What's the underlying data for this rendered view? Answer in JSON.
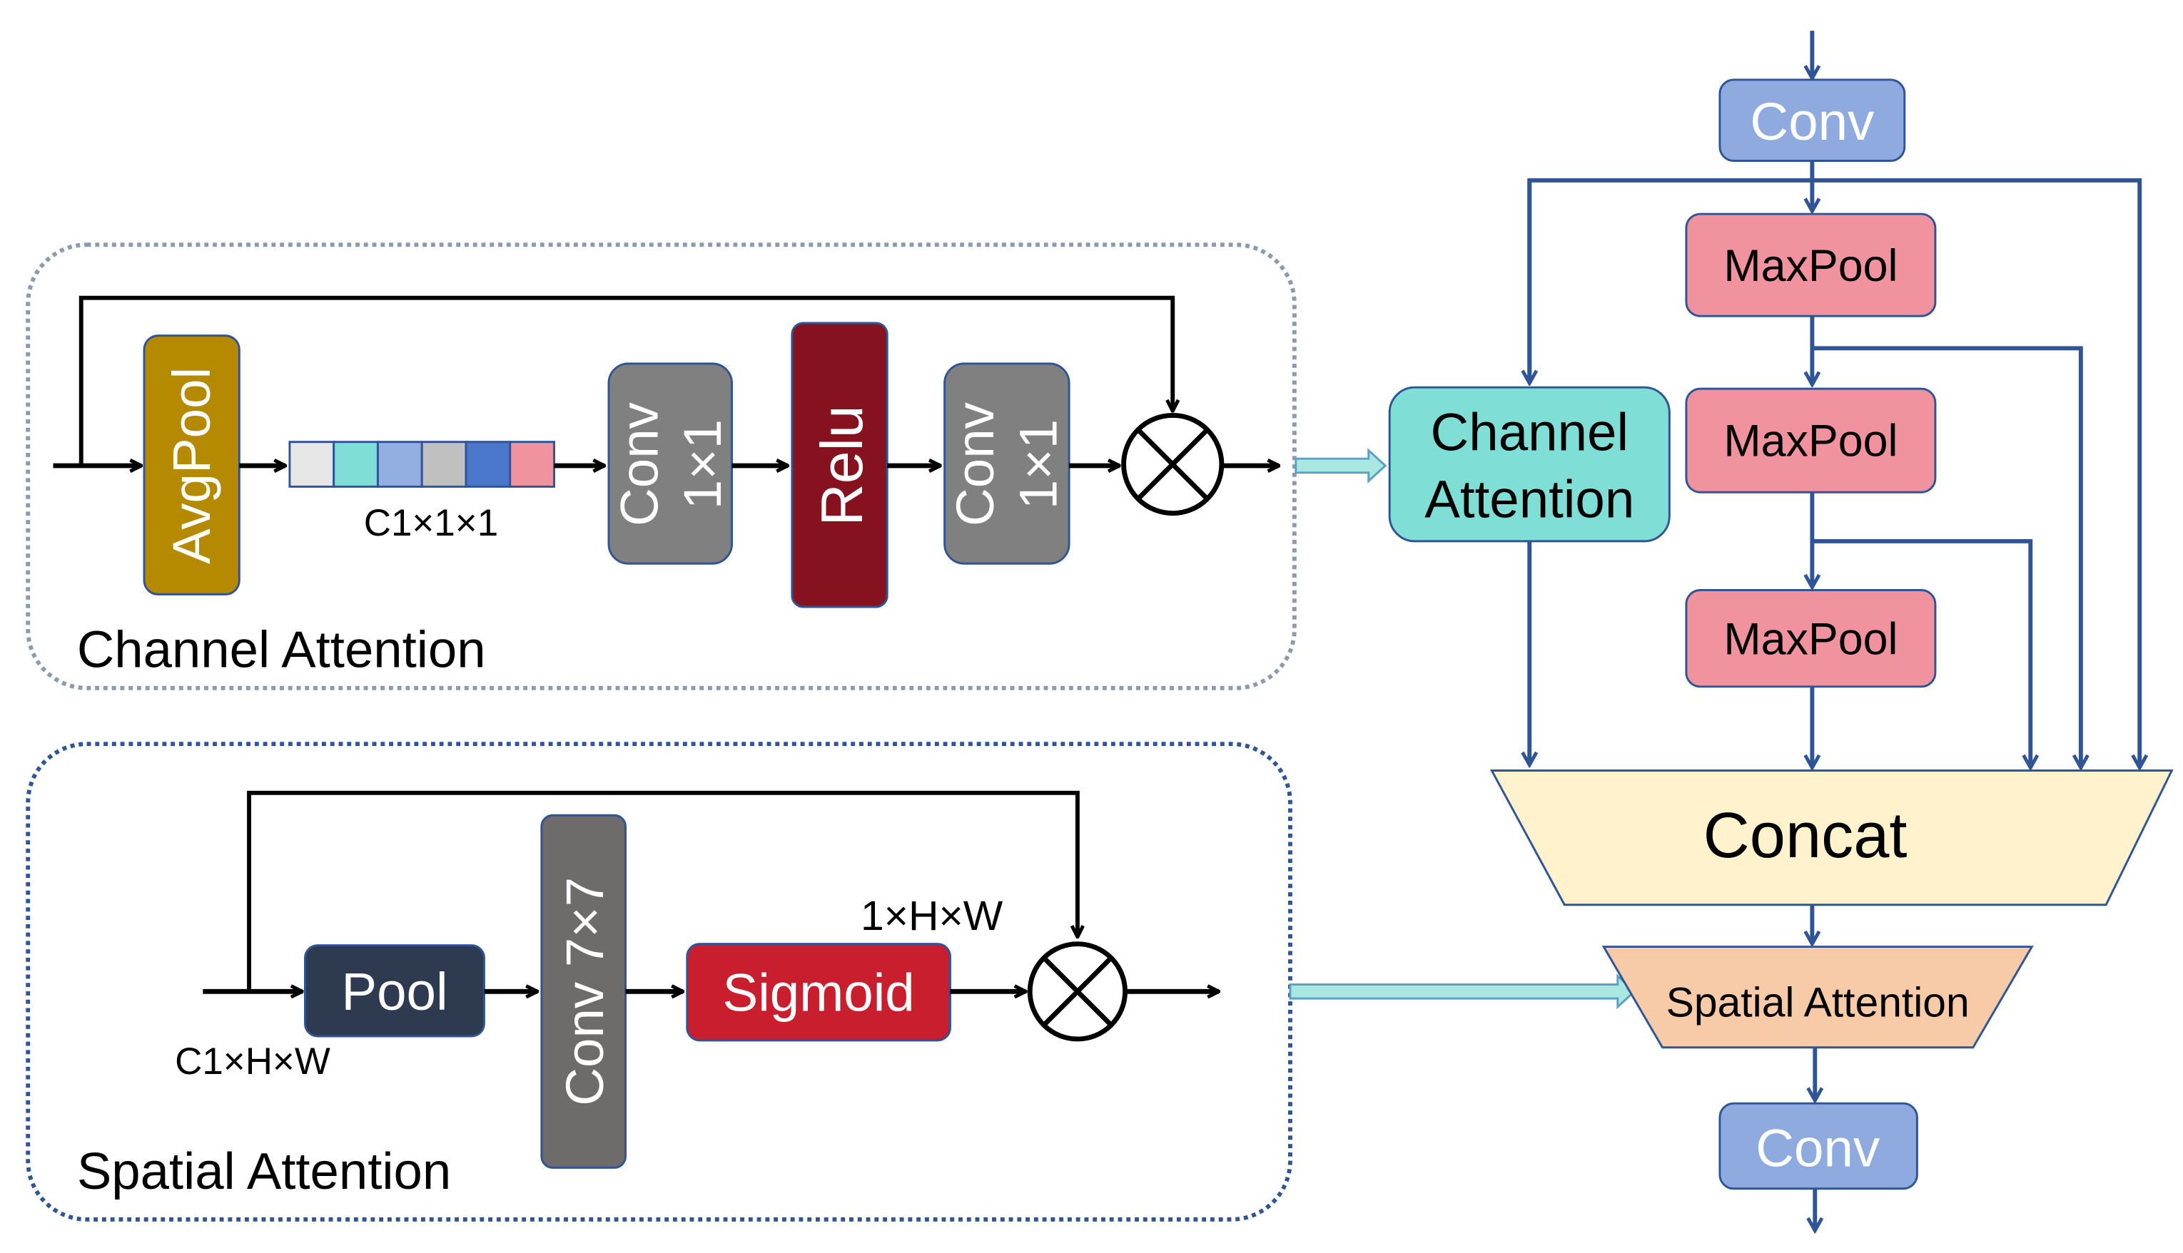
{
  "channel_attention": {
    "title": "Channel Attention",
    "avgpool": "AvgPool",
    "vector_label": "C1×1×1",
    "vector_colors": [
      "#e6e6e6",
      "#7fdfd6",
      "#93aee0",
      "#c0c0c0",
      "#4a77c9",
      "#f0939e"
    ],
    "conv1_line1": "Conv",
    "conv1_line2": "1×1",
    "relu": "Relu",
    "conv2_line1": "Conv",
    "conv2_line2": "1×1"
  },
  "spatial_attention": {
    "title": "Spatial Attention",
    "input_label": "C1×H×W",
    "pool": "Pool",
    "conv": "Conv 7×7",
    "sigmoid": "Sigmoid",
    "map_label": "1×H×W"
  },
  "pipeline": {
    "conv_top": "Conv",
    "maxpool_1": "MaxPool",
    "maxpool_2": "MaxPool",
    "maxpool_3": "MaxPool",
    "channel_attention_line1": "Channel",
    "channel_attention_line2": "Attention",
    "concat": "Concat",
    "spatial_attention": "Spatial Attention",
    "conv_bottom": "Conv"
  },
  "colors": {
    "avgpool": "#b58a00",
    "conv_gray": "#808080",
    "relu": "#861220",
    "pool": "#2e3a50",
    "conv77": "#6e6b6b",
    "sigmoid": "#c81e2e",
    "conv_blue": "#8eaadf",
    "maxpool": "#f0939e",
    "channel_attention": "#7fdfd6",
    "concat": "#fff2cc",
    "spatial_attention": "#f8cba8",
    "line_blue": "#2f5597"
  }
}
